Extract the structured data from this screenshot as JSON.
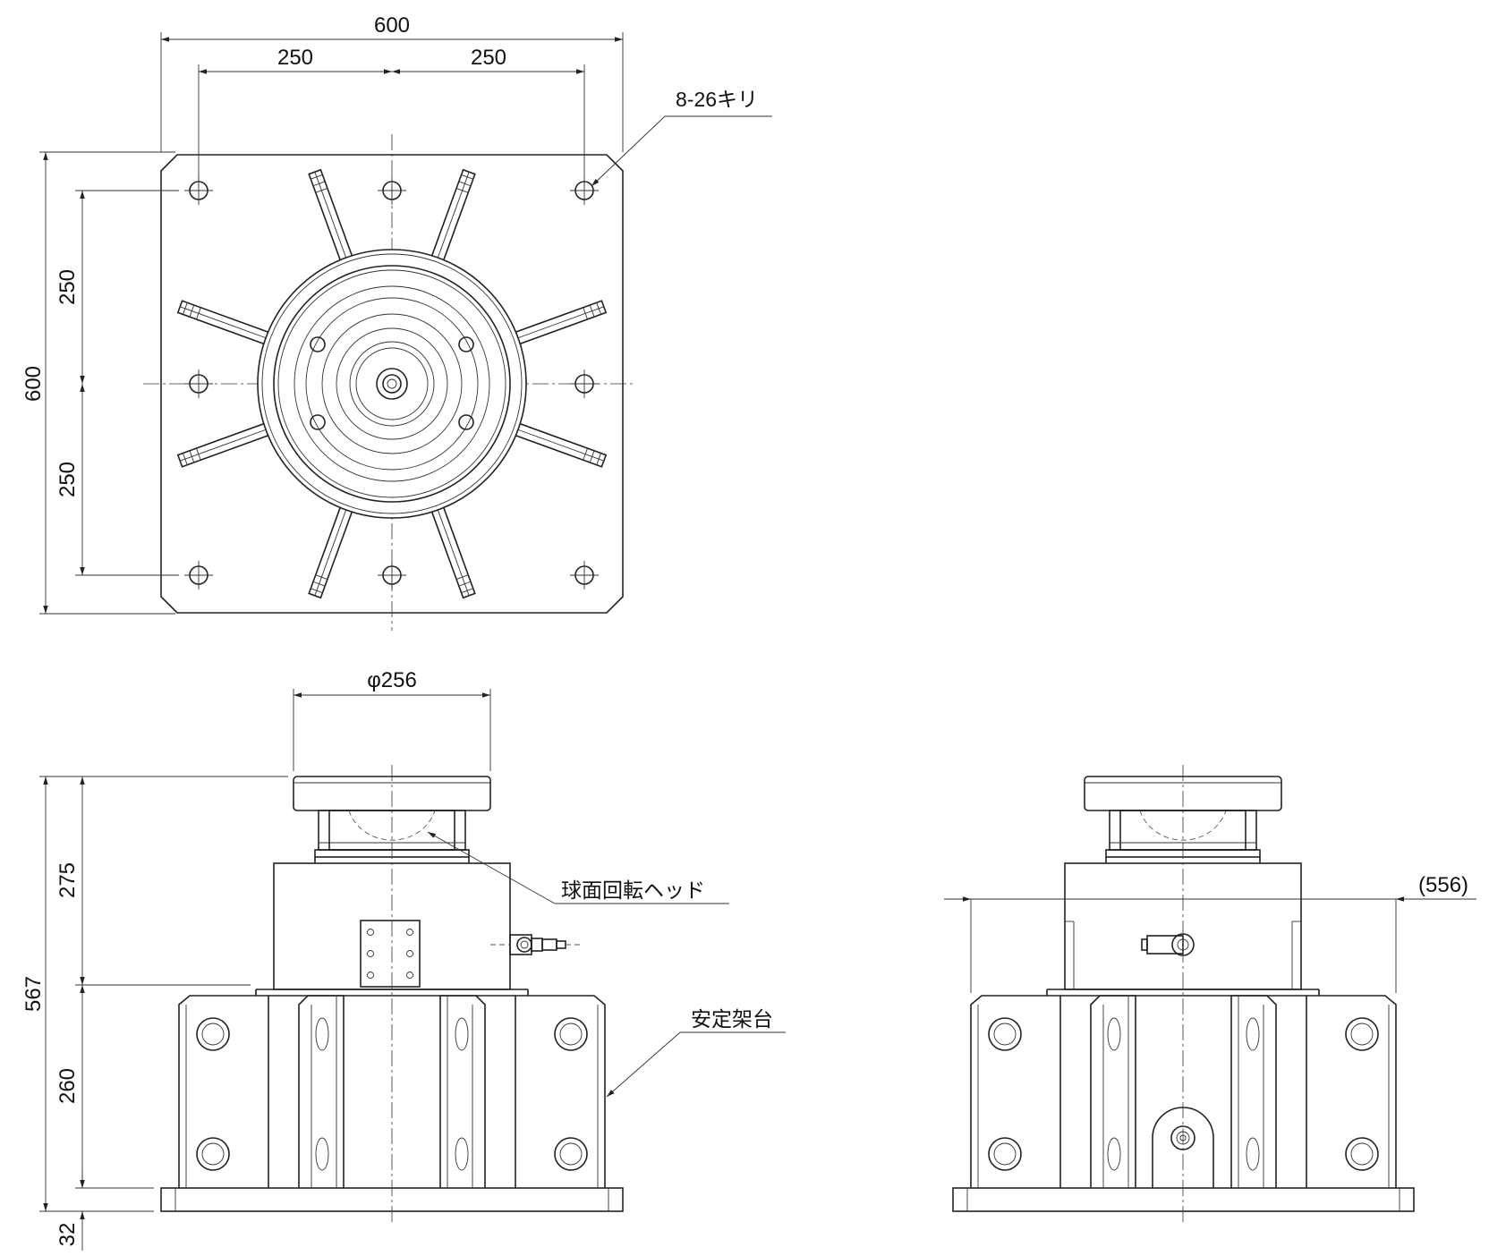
{
  "top_view": {
    "dims": {
      "overall_width": "600",
      "hole_pitch_left": "250",
      "hole_pitch_right": "250",
      "overall_height": "600",
      "vertical_pitch_upper": "250",
      "vertical_pitch_lower": "250"
    },
    "hole_note": "8-26キリ"
  },
  "front_view": {
    "dims": {
      "head_diameter": "φ256",
      "total_height": "567",
      "upper_height": "275",
      "stand_height": "260",
      "base_thickness": "32"
    },
    "head_label": "球面回転ヘッド",
    "stand_label": "安定架台"
  },
  "side_view": {
    "dims": {
      "overall_width_ref": "(556)"
    }
  }
}
